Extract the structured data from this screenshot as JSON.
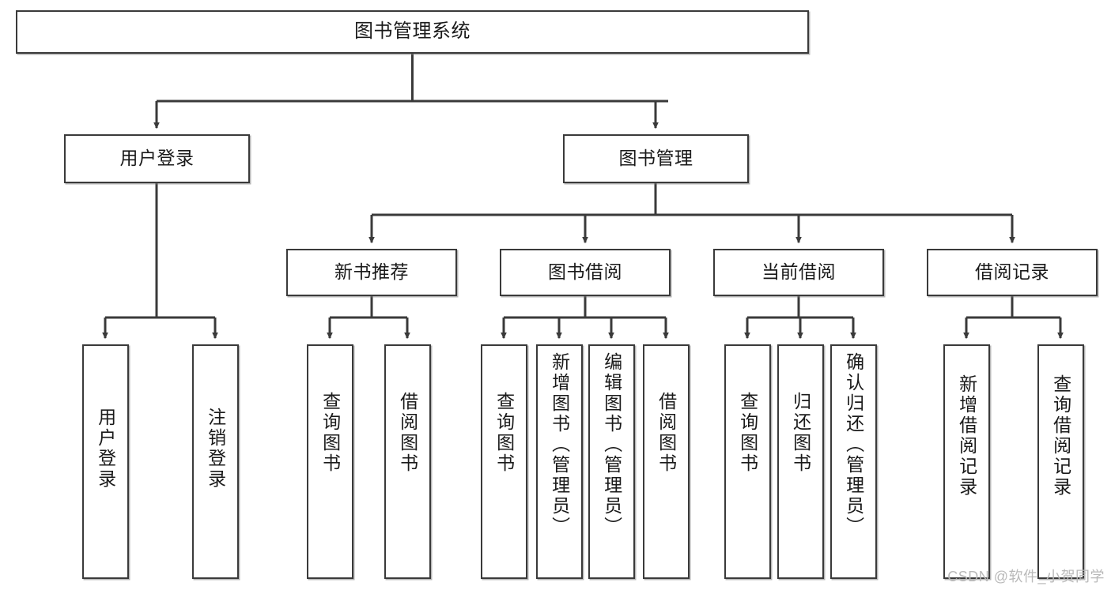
{
  "diagram": {
    "title": "图书管理系统",
    "type": "tree-hierarchy",
    "orientation": "top-down",
    "colors": {
      "box_border": "#3a3a3a",
      "box_fill": "#ffffff",
      "connector": "#3a3a3a",
      "text": "#1a1a1a",
      "watermark": "#b9b9b9"
    },
    "root": {
      "label": "图书管理系统"
    },
    "level2": [
      {
        "label": "用户登录"
      },
      {
        "label": "图书管理"
      }
    ],
    "level3": [
      {
        "label": "新书推荐"
      },
      {
        "label": "图书借阅"
      },
      {
        "label": "当前借阅"
      },
      {
        "label": "借阅记录"
      }
    ],
    "leaves": {
      "user_login": [
        {
          "label": "用户登录"
        },
        {
          "label": "注销登录"
        }
      ],
      "new_book_recommend": [
        {
          "label": "查询图书"
        },
        {
          "label": "借阅图书"
        }
      ],
      "book_borrow": [
        {
          "label": "查询图书"
        },
        {
          "label": "新增图书（管理员）"
        },
        {
          "label": "编辑图书（管理员）"
        },
        {
          "label": "借阅图书"
        }
      ],
      "current_borrow": [
        {
          "label": "查询图书"
        },
        {
          "label": "归还图书"
        },
        {
          "label": "确认归还（管理员）"
        }
      ],
      "borrow_record": [
        {
          "label": "新增借阅记录"
        },
        {
          "label": "查询借阅记录"
        }
      ]
    }
  },
  "watermark": {
    "text": "CSDN @软件_小贺同学"
  }
}
